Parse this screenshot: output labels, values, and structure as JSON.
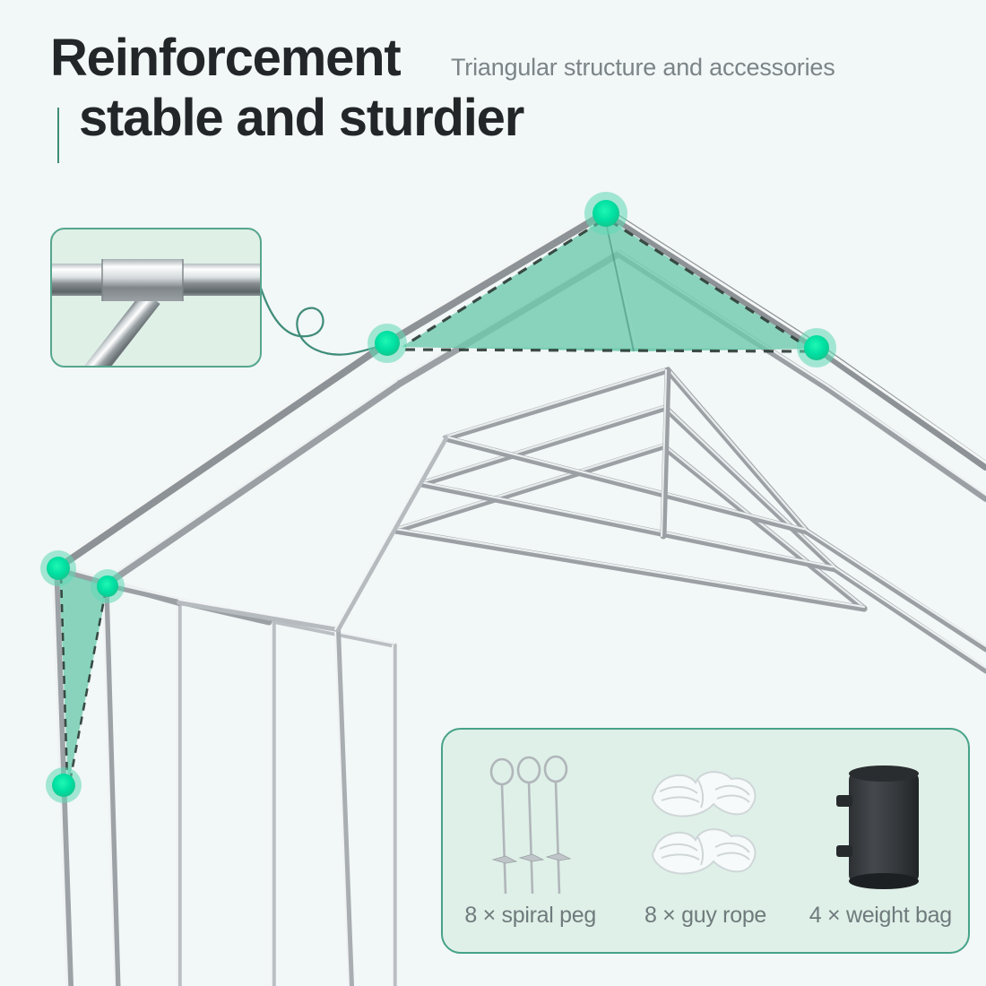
{
  "header": {
    "title_line1": "Reinforcement",
    "title_line2": "stable and sturdier",
    "subtitle": "Triangular structure and accessories",
    "title_color": "#232629",
    "subtitle_color": "#7b8487",
    "accent_color": "#3f8c79"
  },
  "background_color": "#f2f7f7",
  "inset": {
    "name": "pipe-joint-connector-detail",
    "background_color": "#dff0e7",
    "border_color": "#55a68d"
  },
  "illustration": {
    "name": "carport-tent-frame",
    "node_color": "#00e5a0",
    "node_halo_color": "#5fd8b4",
    "gusset_fill": "#6ec9ad",
    "gusset_stitch_color": "#2c3b34",
    "pipe_color": "#8d9296",
    "pipe_highlight": "#f0f2f3",
    "callout_color": "#3f8c79"
  },
  "accessories": {
    "background_color": "#dff0e8",
    "border_color": "#46a288",
    "label_color": "#6f7a7c",
    "items": [
      {
        "icon": "spiral-peg-icon",
        "label": "8 × spiral peg",
        "count": 8,
        "name": "spiral peg"
      },
      {
        "icon": "guy-rope-icon",
        "label": "8 × guy rope",
        "count": 8,
        "name": "guy rope"
      },
      {
        "icon": "weight-bag-icon",
        "label": "4 × weight bag",
        "count": 4,
        "name": "weight bag"
      }
    ]
  }
}
